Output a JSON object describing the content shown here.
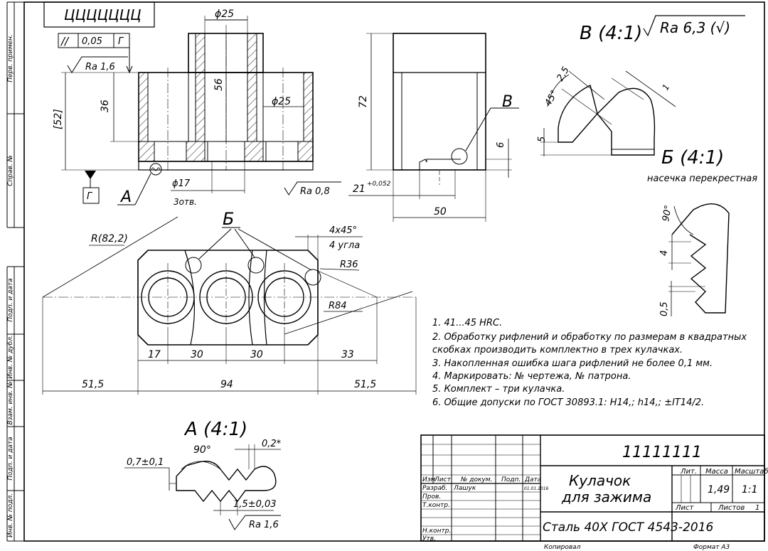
{
  "frame": {
    "side_labels": [
      "Перв. примен.",
      "Справ. №",
      "Подп. и дата",
      "Инв. № дубл.",
      "Взам. инв. №",
      "Подп. и дата",
      "Инв. № подл."
    ],
    "top_left_box": "ЦЦЦЦЦЦЦ"
  },
  "front_view": {
    "tolerance": {
      "symbol": "//",
      "value": "0,05",
      "datum": "Г"
    },
    "roughness_top": "Ra 1,6",
    "dim_phi25_top": "ϕ25",
    "dim_56": "56",
    "dim_36": "36",
    "dim_52": "[52]",
    "dim_phi25_right": "ϕ25",
    "dim_phi17": "ϕ17",
    "holes_note": "3отв.",
    "datum_label": "Г",
    "section_label_A": "А"
  },
  "side_view": {
    "dim_72": "72",
    "label_B": "В",
    "dim_6": "6",
    "roughness": "Ra 0,8",
    "dim_21": "21",
    "dim_21_tol": "+0,052",
    "dim_50": "50"
  },
  "detail_B": {
    "title": "В (4:1)",
    "roughness_general": "Ra 6,3 (√)",
    "dim_25": "2,5",
    "dim_45": "45°",
    "dim_5": "5",
    "dim_1": "1"
  },
  "detail_Bsh": {
    "title": "Б (4:1)",
    "subtitle": "насечка перекрестная",
    "dim_90": "90°",
    "dim_4": "4",
    "dim_05": "0,5"
  },
  "top_view": {
    "label_Bsh": "Б",
    "radius_822": "R(82,2)",
    "chamfer": "4x45°",
    "chamfer_note": "4 угла",
    "r36": "R36",
    "r84": "R84",
    "dims_bottom": [
      "17",
      "30",
      "30",
      "33"
    ],
    "dims_overall": [
      "51,5",
      "94",
      "51,5"
    ]
  },
  "notes": [
    "1. 41...45 HRC.",
    "2. Обработку рифлений и обработку по размерам в   квадратных",
    "скобках производить комплектно в трех кулачках.",
    "3. Накопленная ошибка шага рифлений не более 0,1 мм.",
    "4. Маркировать: № чертежа, № патрона.",
    "5. Комплект – три кулачка.",
    "6. Общие допуски по ГОСТ 30893.1: H14,; h14,; ±IT14/2."
  ],
  "detail_A": {
    "title": "А (4:1)",
    "dim_90": "90°",
    "dim_02": "0,2*",
    "dim_07": "0,7±0,1",
    "dim_15": "1,5±0,03",
    "roughness": "Ra 1,6"
  },
  "title_block": {
    "doc_number": "11111111",
    "name_line1": "Кулачок",
    "name_line2": "для зажима",
    "material": "Сталь 40Х ГОСТ 4543-2016",
    "col_headers": [
      "Изм",
      "Лист",
      "№ докум.",
      "Подп.",
      "Дата"
    ],
    "rows": [
      "Разраб.",
      "Пров.",
      "Т.контр.",
      "",
      "Н.контр.",
      "Утв."
    ],
    "developer": "Лашук",
    "date": "01.01.2016",
    "lit_header": "Лит.",
    "mass_header": "Масса",
    "scale_header": "Масштаб",
    "mass": "1,49",
    "scale": "1:1",
    "sheet_label": "Лист",
    "sheets_label": "Листов",
    "sheets_count": "1",
    "copied": "Копировал",
    "format": "Формат   А3"
  }
}
